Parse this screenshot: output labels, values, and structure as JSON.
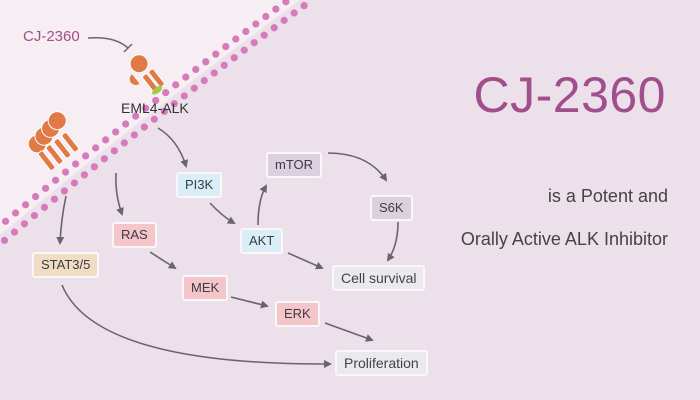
{
  "title": "CJ-2360",
  "subtitle_line1": "is a Potent and",
  "subtitle_line2": "Orally Active ALK Inhibitor",
  "drug_label": "CJ-2360",
  "receptor_label": "EML4-ALK",
  "colors": {
    "background": "#ece0ea",
    "extracellular": "#f7eef3",
    "accent": "#a04f8c",
    "membrane": "#d57bbb",
    "receptor": "#e07a46",
    "arrow": "#6a6470"
  },
  "nodes": {
    "pi3k": "PI3K",
    "akt": "AKT",
    "mtor": "mTOR",
    "s6k": "S6K",
    "ras": "RAS",
    "mek": "MEK",
    "erk": "ERK",
    "stat": "STAT3/5",
    "cell_survival": "Cell survival",
    "proliferation": "Proliferation"
  },
  "icons": {
    "membrane": "lipid-bilayer-icon",
    "receptor_main": "alk-receptor-icon",
    "receptor_cluster": "receptor-cluster-icon",
    "inhibit": "inhibition-arrow-icon"
  }
}
